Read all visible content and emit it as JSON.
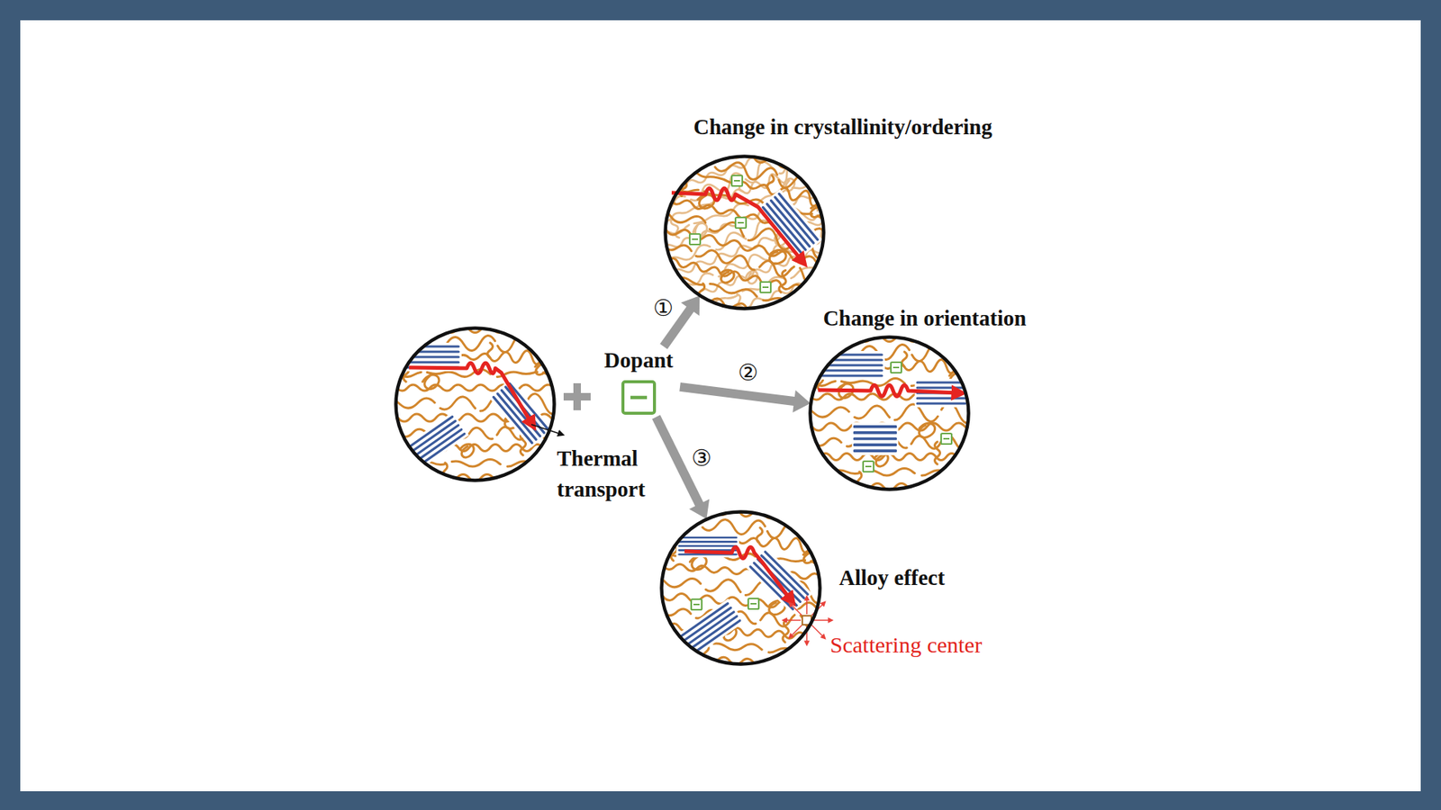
{
  "diagram": {
    "nodes": [
      {
        "text": [
          "Thermal transport"
        ]
      },
      {
        "text": [
          "Dopant"
        ]
      },
      {
        "text": [
          "Change in crystallinity/ordering"
        ]
      },
      {
        "text": [
          "Change in orientation"
        ]
      },
      {
        "text": [
          "Alloy effect",
          "Scattering center"
        ]
      }
    ],
    "edges": [
      {
        "from": 1,
        "to": 2,
        "arrow": "to",
        "label": "①"
      },
      {
        "from": 1,
        "to": 3,
        "arrow": "to",
        "label": "②"
      },
      {
        "from": 1,
        "to": 4,
        "arrow": "to",
        "label": "③"
      }
    ]
  }
}
